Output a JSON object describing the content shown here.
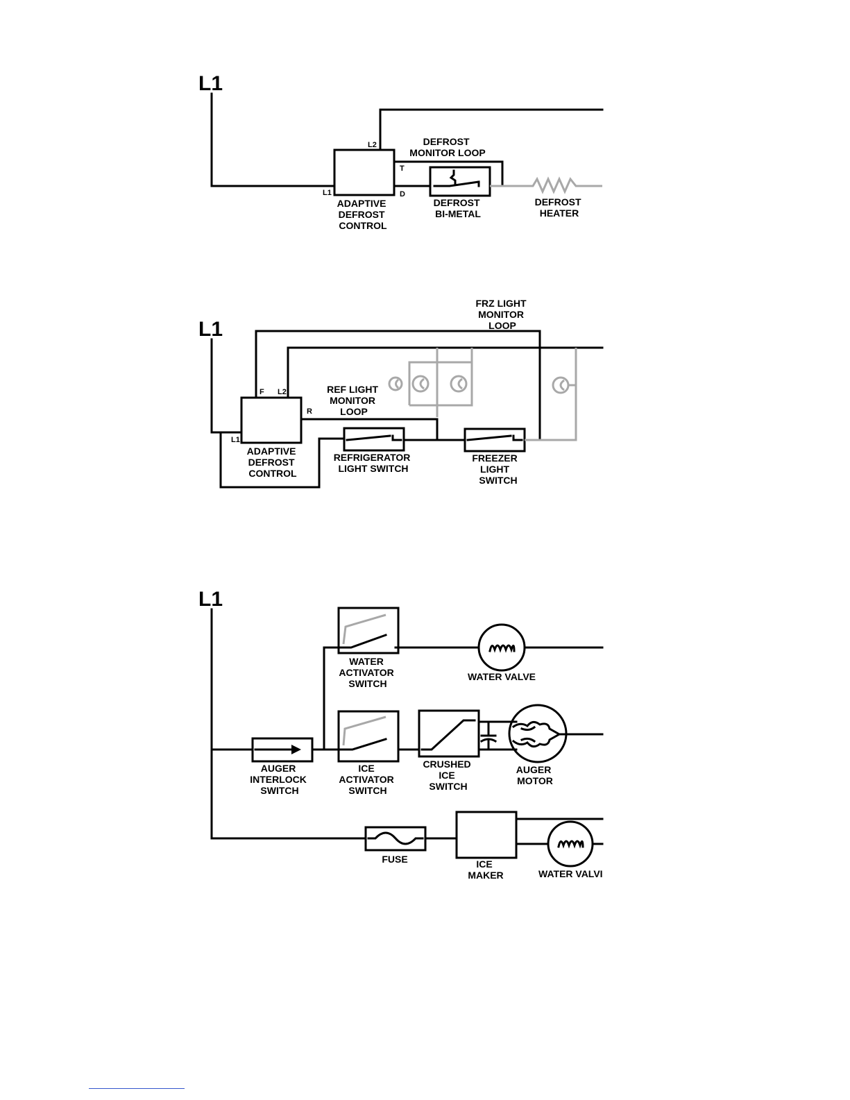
{
  "diagram1": {
    "l1": "L1",
    "terminal_l2": "L2",
    "terminal_t": "T",
    "terminal_l1": "L1",
    "terminal_d": "D",
    "loop_label": [
      "DEFROST",
      "MONITOR LOOP"
    ],
    "control_label": [
      "ADAPTIVE",
      "DEFROST",
      "CONTROL"
    ],
    "bimetal_label": [
      "DEFROST",
      "BI-METAL"
    ],
    "heater_label": [
      "DEFROST",
      "HEATER"
    ]
  },
  "diagram2": {
    "l1": "L1",
    "terminal_f": "F",
    "terminal_l2": "L2",
    "terminal_r": "R",
    "terminal_l1": "L1",
    "frz_loop_label": [
      "FRZ LIGHT",
      "MONITOR",
      "LOOP"
    ],
    "ref_loop_label": [
      "REF LIGHT",
      "MONITOR",
      "LOOP"
    ],
    "control_label": [
      "ADAPTIVE",
      "DEFROST",
      "CONTROL"
    ],
    "ref_switch_label": [
      "REFRIGERATOR",
      "LIGHT SWITCH"
    ],
    "frz_switch_label": [
      "FREEZER",
      "LIGHT",
      "SWITCH"
    ]
  },
  "diagram3": {
    "l1": "L1",
    "water_switch_label": [
      "WATER",
      "ACTIVATOR",
      "SWITCH"
    ],
    "water_valve_label": "WATER VALVE",
    "auger_interlock_label": [
      "AUGER",
      "INTERLOCK",
      "SWITCH"
    ],
    "ice_switch_label": [
      "ICE",
      "ACTIVATOR",
      "SWITCH"
    ],
    "crushed_label": [
      "CRUSHED",
      "ICE",
      "SWITCH"
    ],
    "auger_motor_label": [
      "AUGER",
      "MOTOR"
    ],
    "fuse_label": "FUSE",
    "ice_maker_label": [
      "ICE",
      "MAKER"
    ],
    "water_valve2_label": "WATER VALVI"
  },
  "colors": {
    "wire": "#000000",
    "inactive_wire": "#a8a8a8",
    "link_underline": "#3355cc"
  }
}
